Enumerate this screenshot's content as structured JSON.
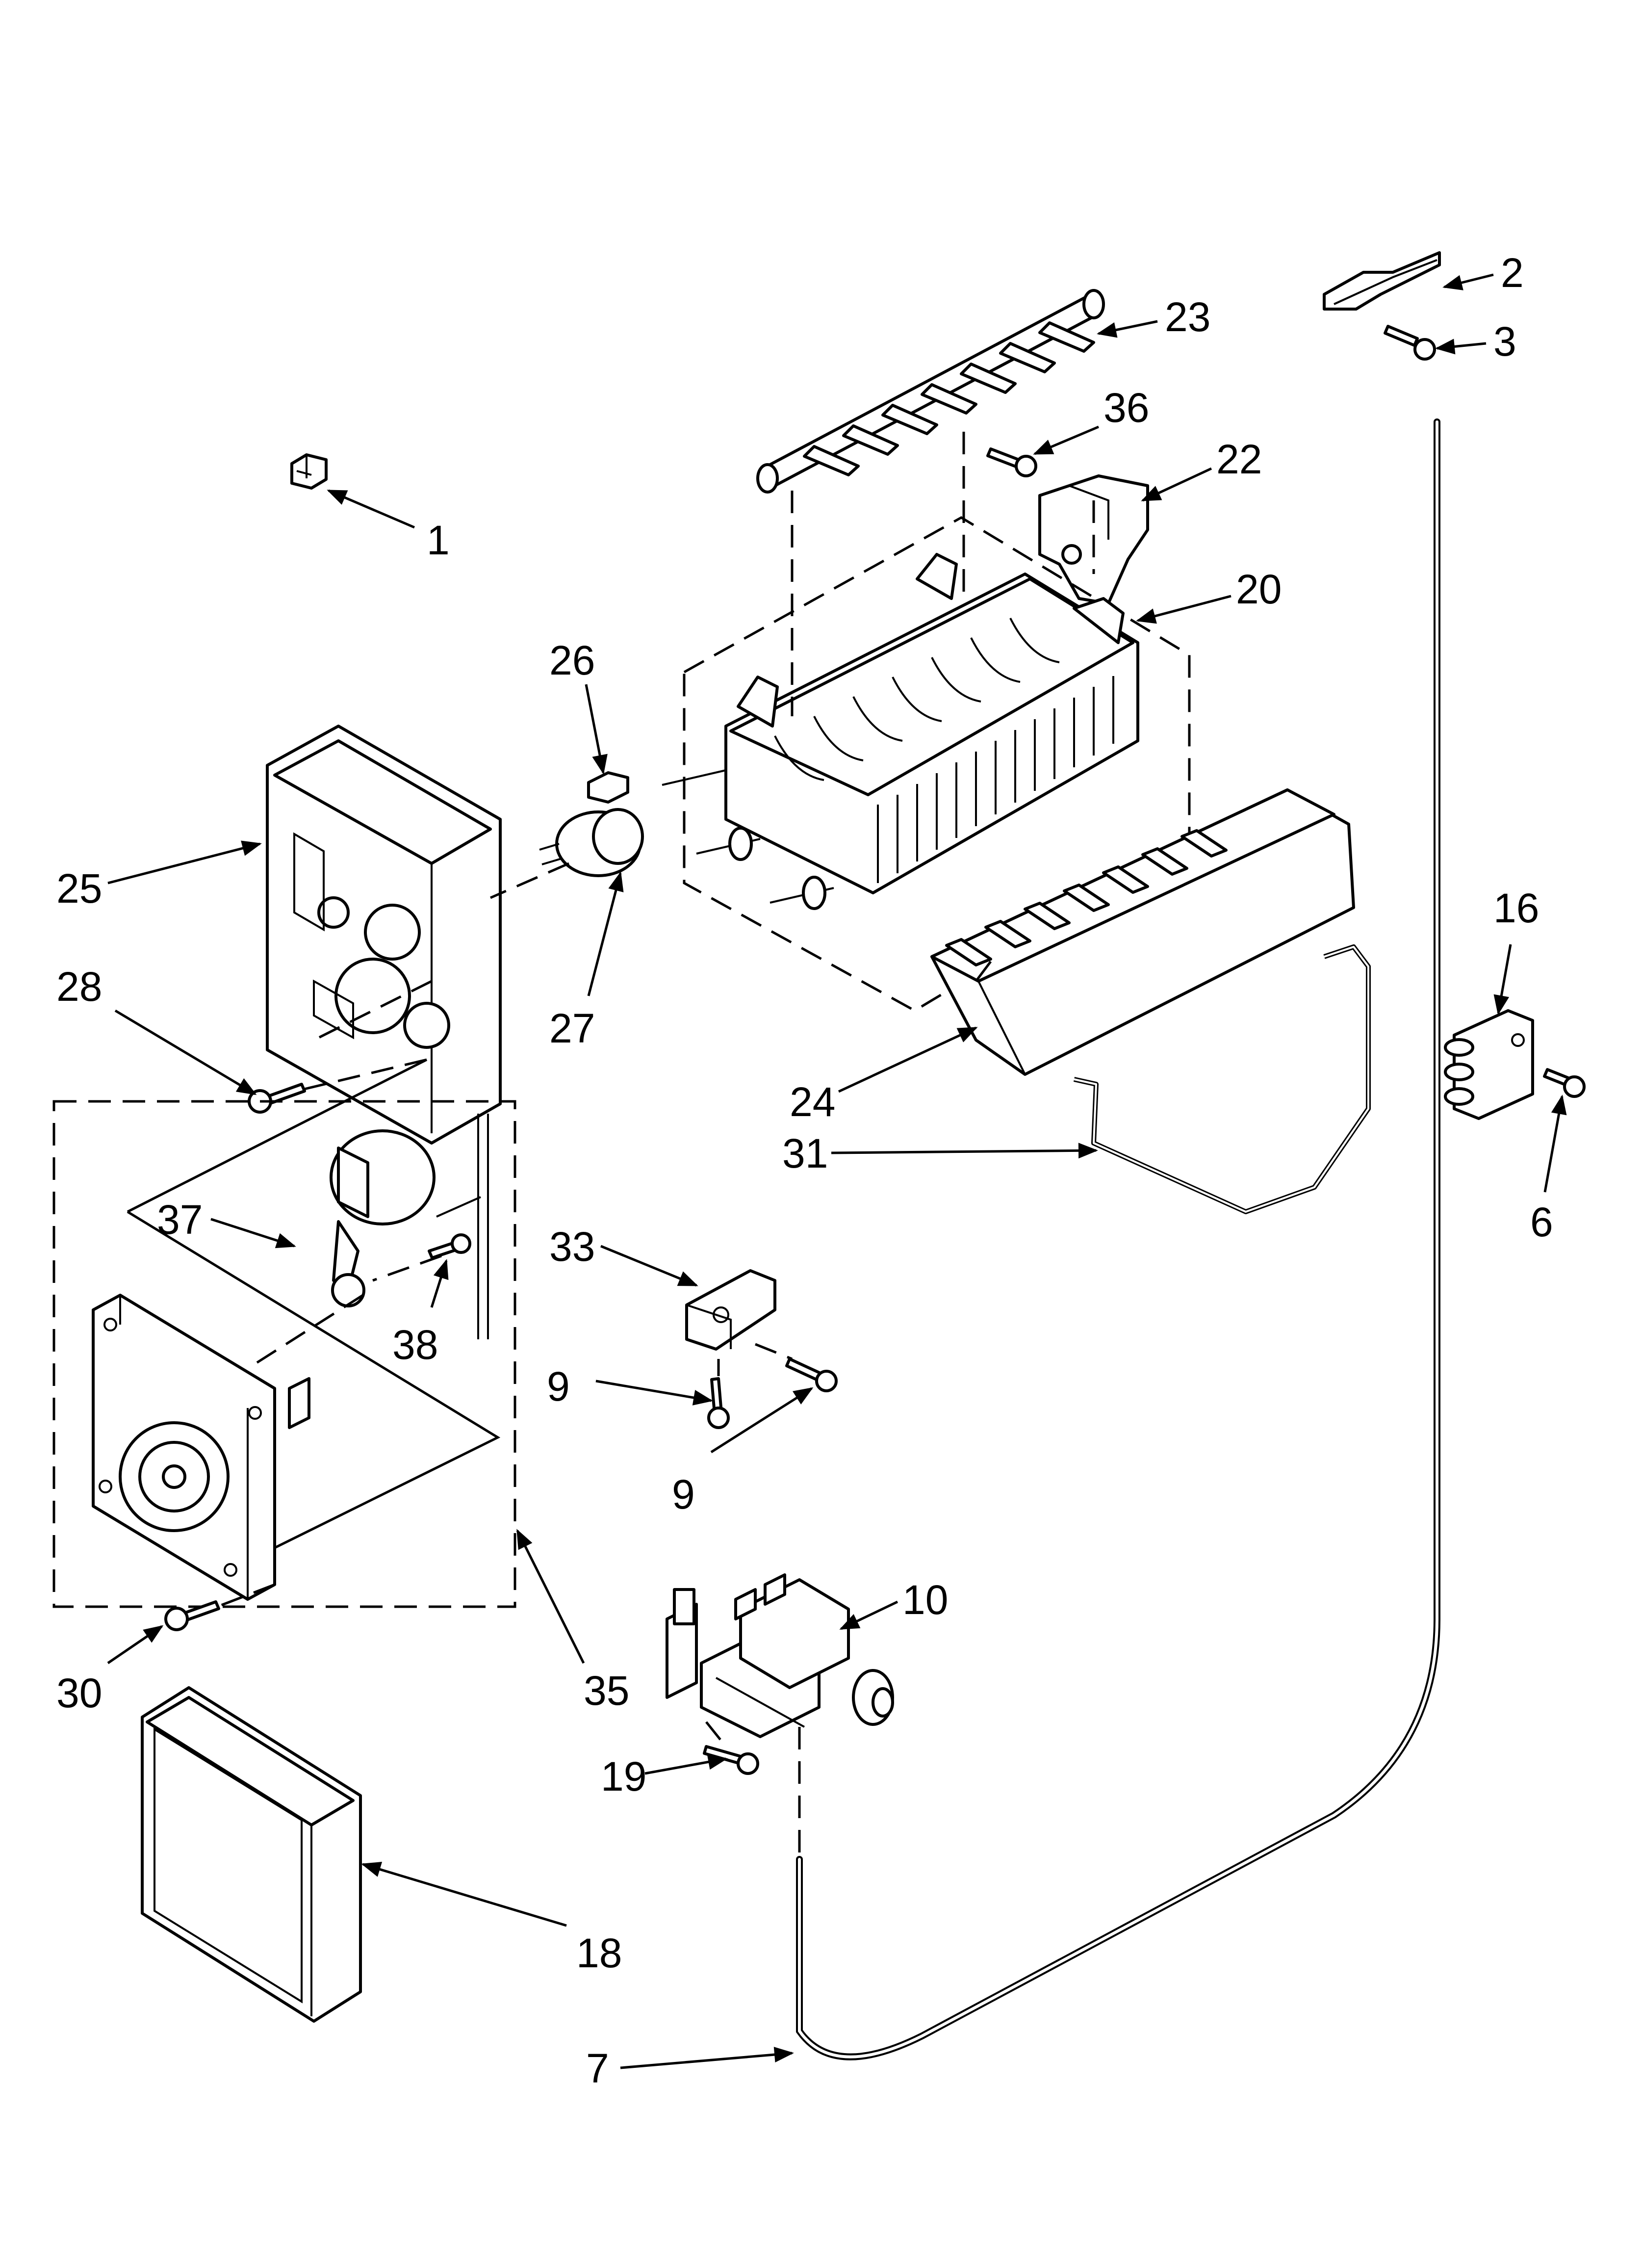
{
  "callouts": [
    {
      "id": "c1",
      "text": "1"
    },
    {
      "id": "c2",
      "text": "2"
    },
    {
      "id": "c3",
      "text": "3"
    },
    {
      "id": "c23",
      "text": "23"
    },
    {
      "id": "c36",
      "text": "36"
    },
    {
      "id": "c22",
      "text": "22"
    },
    {
      "id": "c20",
      "text": "20"
    },
    {
      "id": "c26",
      "text": "26"
    },
    {
      "id": "c25",
      "text": "25"
    },
    {
      "id": "c27",
      "text": "27"
    },
    {
      "id": "c28",
      "text": "28"
    },
    {
      "id": "c16",
      "text": "16"
    },
    {
      "id": "c6",
      "text": "6"
    },
    {
      "id": "c24",
      "text": "24"
    },
    {
      "id": "c31",
      "text": "31"
    },
    {
      "id": "c37",
      "text": "37"
    },
    {
      "id": "c38",
      "text": "38"
    },
    {
      "id": "c33",
      "text": "33"
    },
    {
      "id": "c9a",
      "text": "9"
    },
    {
      "id": "c9b",
      "text": "9"
    },
    {
      "id": "c10",
      "text": "10"
    },
    {
      "id": "c35",
      "text": "35"
    },
    {
      "id": "c30",
      "text": "30"
    },
    {
      "id": "c19",
      "text": "19"
    },
    {
      "id": "c18",
      "text": "18"
    },
    {
      "id": "c7",
      "text": "7"
    }
  ]
}
